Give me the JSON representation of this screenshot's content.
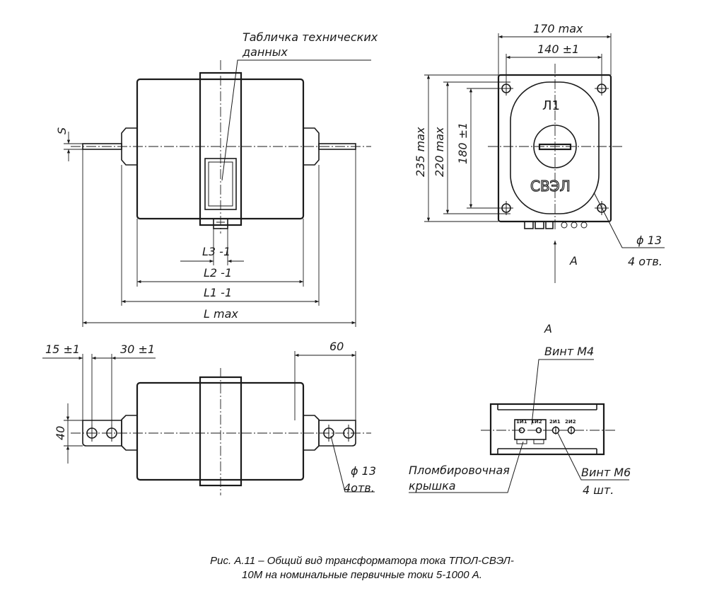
{
  "labels": {
    "nameplate": [
      "Табличка технических",
      "данных"
    ],
    "s": "S",
    "l3": "L3 -1",
    "l2": "L2 -1",
    "l1": "L1 -1",
    "lmax": "L max",
    "w170": "170 max",
    "w140": "140 ±1",
    "h235": "235 max",
    "h220": "220 max",
    "h180": "180 ±1",
    "lm": "Л1",
    "logo": "СВЭЛ",
    "hole_top": [
      "ϕ 13",
      "4 отв."
    ],
    "arrow_a": "A",
    "view_a": "A",
    "d15": "15 ±1",
    "d30": "30 ±1",
    "d60": "60",
    "d40": "40",
    "hole_bottom": [
      "ϕ 13",
      "4отв."
    ],
    "screw_m4": "Винт М4",
    "screw_m6": [
      "Винт М6",
      "4 шт."
    ],
    "seal_cover": [
      "Пломбировочная",
      "крышка"
    ],
    "terminals": [
      "1И1",
      "1И2",
      "2И1",
      "2И2"
    ]
  },
  "caption": {
    "line1": "Рис. А.11 – Общий вид трансформатора тока ТПОЛ-СВЭЛ-",
    "line2": "10М на номинальные первичные токи 5-1000 А."
  }
}
